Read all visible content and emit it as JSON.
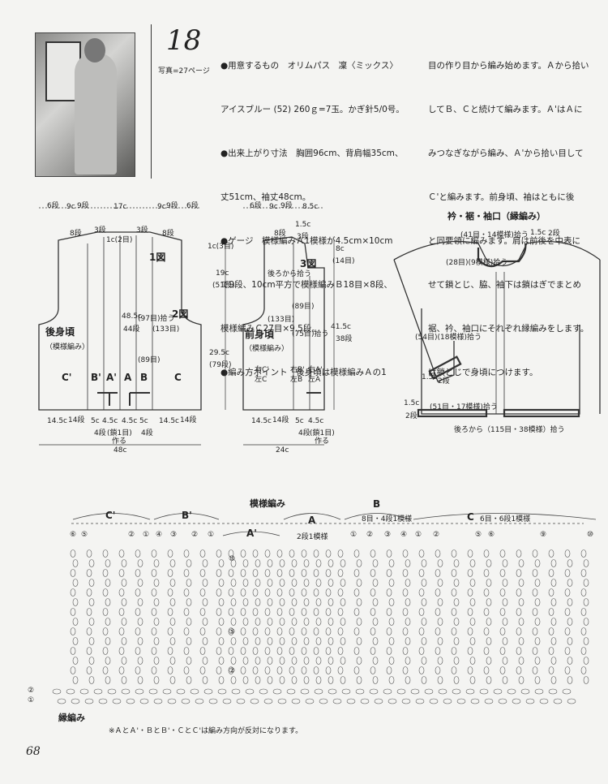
{
  "header": {
    "number": "18",
    "page_ref": "写真=27ページ"
  },
  "instructions_left": [
    "●用意するもの　オリムパス　凜〈ミックス〉",
    "アイスブルー (52) 260ｇ=7玉。かぎ針5/0号。",
    "●出来上がり寸法　胸囲96cm、背肩幅35cm、",
    "丈51cm、袖丈48cm。",
    "●ゲージ　模様編みＡ1模様が4.5cm×10cm",
    "で9段、10cm平方で模様編みＢ18目×8段、",
    "模様編みＣ27目×9.5段。",
    "●編み方ポイント　後身頃は模様編みＡの1"
  ],
  "instructions_right": [
    "目の作り目から編み始めます。Ａから拾い",
    "してＢ、Ｃと続けて編みます。Ａ'はＡに",
    "みつなぎながら編み、Ａ'から拾い目して",
    "Ｃ'と編みます。前身頃、袖はともに後",
    "と同要領に編みます。肩は前後を中表に",
    "せて鎖とじ、脇、袖下は鎖はぎでまとめ",
    "裾、衿、袖口にそれぞれ縁編みをします。",
    "は鎖とじで身頃につけます。"
  ],
  "back_panel": {
    "title": "後身頃",
    "subtitle": "（模様編み）",
    "top_dims": [
      "6段",
      "9c",
      "9段",
      "17c",
      "9c",
      "9段",
      "6段"
    ],
    "marks": [
      "8段",
      "3段",
      "1c(2目)",
      "3段",
      "8段"
    ],
    "zones": [
      "C'",
      "B'",
      "A'",
      "A",
      "B",
      "C"
    ],
    "fig1": "1図",
    "fig2": "2図",
    "mid_dims": [
      "48.5c",
      "44段",
      "(97目)拾う",
      "(133目)",
      "(89目)"
    ],
    "bottom_dims": [
      "14.5c",
      "14段",
      "5c",
      "4段",
      "4.5c",
      "(鎖1目)",
      "作る",
      "4.5c",
      "5c",
      "4段",
      "14.5c",
      "14段"
    ],
    "width": "48c"
  },
  "center_dims": [
    "1c(3目)",
    "19c",
    "(51段)",
    "29.5c",
    "(79段)"
  ],
  "front_panel": {
    "title": "前身頃",
    "subtitle": "（模様編み）",
    "top_dims": [
      "6段",
      "9c",
      "9段",
      "8.5c",
      "8段",
      "1.5c",
      "3段"
    ],
    "fig3": "3図",
    "side_note": "後ろから拾う",
    "zones": [
      "右C'",
      "左C",
      "右B'",
      "左B",
      "右A'",
      "左A"
    ],
    "mid_dims": [
      "(133目)",
      "(89目)",
      "(75目)拾う"
    ],
    "right_dims": [
      "8c",
      "(14目)",
      "41.5c",
      "38段"
    ],
    "bottom_dims": [
      "14.5c",
      "14段",
      "5c",
      "4段",
      "4.5c",
      "(鎖1目)",
      "作る"
    ],
    "width": "24c"
  },
  "edging": {
    "title": "衿・裾・袖口（縁編み）",
    "collar": "(41目・14模様)拾う",
    "collar_side": "1.5c",
    "collar_rows": "2段",
    "front_pick": "(28目)(9模様)拾う",
    "cuff_pick": "(54目)(18模様)拾う",
    "cuff_dims": [
      "1.5c",
      "2段"
    ],
    "hem_pick": "(51目・17模様)拾う",
    "hem_dims": [
      "1.5c",
      "2段"
    ],
    "back_pick": "後ろから（115目・38模様）拾う"
  },
  "pattern": {
    "title": "模様編み",
    "groups": [
      "C'",
      "B'",
      "A'",
      "A",
      "B",
      "C"
    ],
    "a_repeat": "2段1模様",
    "b_repeat": "8目・4段1模様",
    "c_repeat": "6目・6段1模様",
    "row_labels_top": [
      "⑥",
      "⑤",
      "②",
      "①",
      "④",
      "③",
      "②",
      "①",
      "①",
      "②",
      "③",
      "④",
      "①",
      "②",
      "⑤",
      "⑥",
      "⑨",
      "⑩"
    ],
    "row_labels_side": [
      "⑩",
      "⑤",
      "②"
    ],
    "edge_rows": [
      "②",
      "①"
    ],
    "edge_label": "縁編み",
    "note": "※ＡとＡ'・ＢとＢ'・ＣとＣ'は編み方向が反対になります。"
  },
  "page_number": "68"
}
